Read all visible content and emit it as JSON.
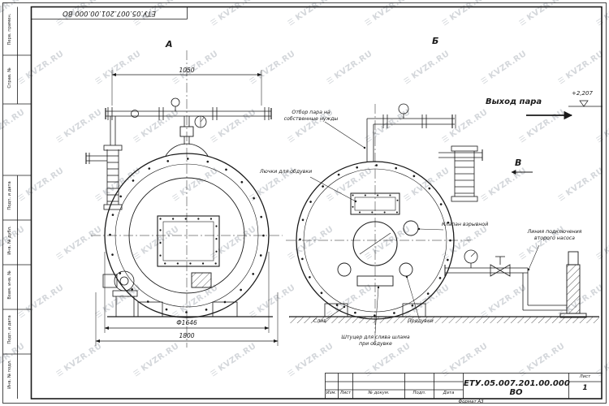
{
  "watermark": {
    "text": "KVZR.RU",
    "icon": "☰"
  },
  "frame": {
    "top_doc_number": "ЕТУ.05.007.201.00.000  ВО",
    "format_note": "Формат А3",
    "left_stamps": [
      "Инв. № подл.",
      "Подп. и дата",
      "Взам. инв. №",
      "Инв. № дубл.",
      "Подп. и дата",
      "Справ. №",
      "Перв. примен."
    ]
  },
  "views": {
    "a": "А",
    "b": "Б",
    "v": "В"
  },
  "dimensions": {
    "top_width": "1050",
    "shell_diameter": "Ф1646",
    "base_width": "1800"
  },
  "callouts": {
    "steam_out": "Выход пара",
    "elevation": "+2,207",
    "own_needs_line1": "Отбор пара на",
    "own_needs_line2": "собственные нужды",
    "hatches": "Лючки для обдувки",
    "explosion_valve": "Клапан взрывной",
    "pump_line_line1": "Линия подключения",
    "pump_line_line2": "второго насоса",
    "sludge_line1": "Штуцер для слива шлама",
    "sludge_line2": "при обдувке",
    "blowdown": "Продувки",
    "drain": "Слив"
  },
  "title_block": {
    "doc_number": "ЕТУ.05.007.201.00.000  ВО",
    "columns": [
      "Изм.",
      "Лист",
      "№ докум.",
      "Подп.",
      "Дата"
    ],
    "sheet_label": "Лист",
    "sheet_value": "1"
  }
}
